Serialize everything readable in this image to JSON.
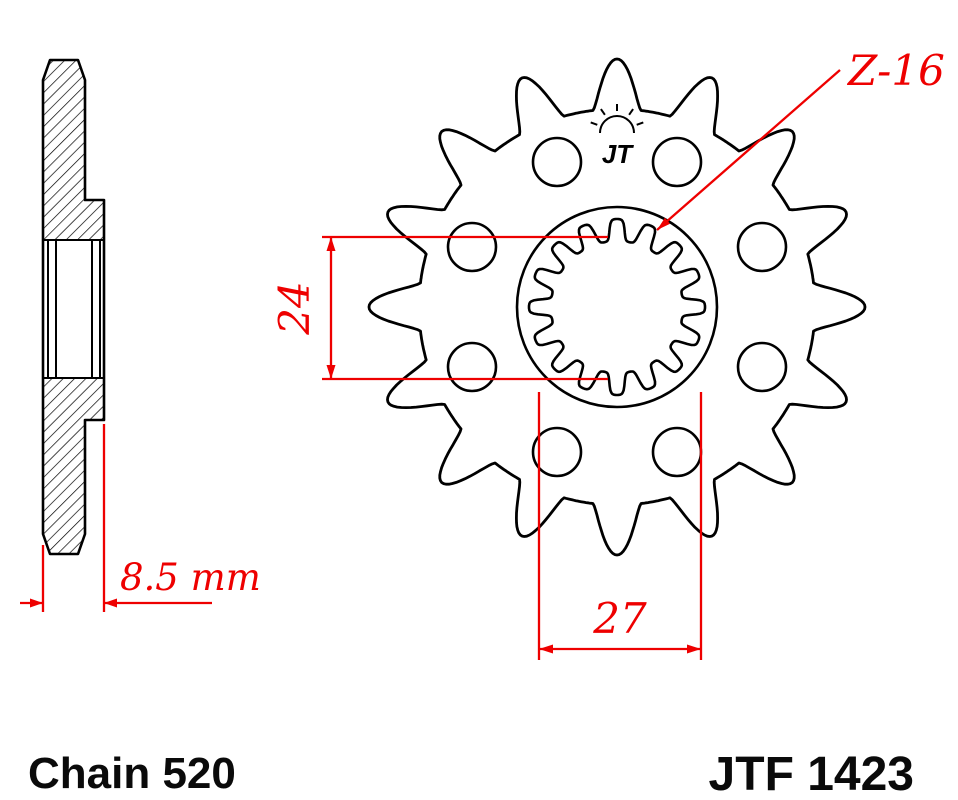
{
  "colors": {
    "dimension_red": "#ee0000",
    "line_black": "#000000"
  },
  "side_view": {
    "thickness_label": "8.5 mm"
  },
  "front_view": {
    "teeth_label": "Z-16",
    "inner_dim_label": "24",
    "outer_dim_label": "27",
    "logo_text": "JT"
  },
  "footer": {
    "chain_label": "Chain 520",
    "part_number": "JTF 1423"
  }
}
